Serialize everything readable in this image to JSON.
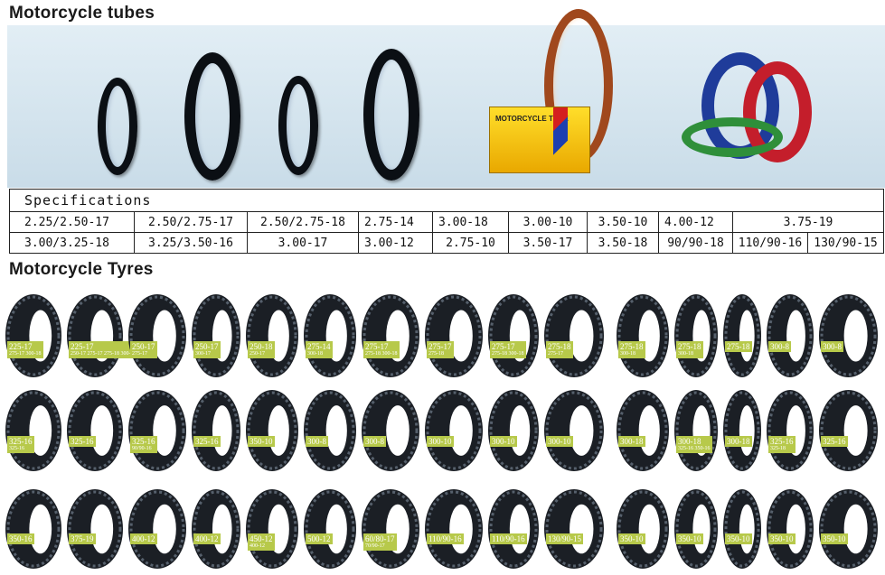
{
  "tubes_title": "Motorcycle tubes",
  "tyres_title": "Motorcycle Tyres",
  "box_label": "MOTORCYCLE TUBE",
  "spec_heading": "Specifications",
  "spec_rows": [
    [
      "2.25/2.50-17",
      "2.50/2.75-17",
      "2.50/2.75-18",
      "2.75-14",
      "3.00-18",
      "3.00-10",
      "3.50-10",
      "4.00-12",
      "3.75-19"
    ],
    [
      "3.00/3.25-18",
      "3.25/3.50-16",
      "3.00-17",
      "3.00-12",
      "2.75-10",
      "3.50-17",
      "3.50-18",
      "90/90-18",
      "110/90-16",
      "130/90-15"
    ]
  ],
  "tyre_rows": [
    [
      {
        "main": "225-17",
        "sub": "275-17 300-18"
      },
      {
        "main": "225-17",
        "sub": "250-17 275-17 275-18 300-18"
      },
      {
        "main": "250-17",
        "sub": "275-17"
      },
      {
        "main": "250-17",
        "sub": "300-17"
      },
      {
        "main": "250-18",
        "sub": "250-17"
      },
      {
        "main": "275-14",
        "sub": "300-18"
      },
      {
        "main": "275-17",
        "sub": "275-18 300-18"
      },
      {
        "main": "275-17",
        "sub": "275-18"
      },
      {
        "main": "275-17",
        "sub": "275-18 300-18"
      },
      {
        "main": "275-18",
        "sub": "275-17"
      },
      {
        "main": "275-18",
        "sub": "300-18"
      },
      {
        "main": "275-18",
        "sub": "300-18"
      },
      {
        "main": "275-18",
        "sub": ""
      },
      {
        "main": "300-8",
        "sub": ""
      },
      {
        "main": "300-8",
        "sub": ""
      }
    ],
    [
      {
        "main": "325-16",
        "sub": "325-16"
      },
      {
        "main": "325-16",
        "sub": ""
      },
      {
        "main": "325-16",
        "sub": "90/90-16"
      },
      {
        "main": "325-16",
        "sub": ""
      },
      {
        "main": "350-10",
        "sub": ""
      },
      {
        "main": "300-8",
        "sub": ""
      },
      {
        "main": "300-8",
        "sub": ""
      },
      {
        "main": "300-10",
        "sub": ""
      },
      {
        "main": "300-10",
        "sub": ""
      },
      {
        "main": "300-10",
        "sub": ""
      },
      {
        "main": "300-18",
        "sub": ""
      },
      {
        "main": "300-18",
        "sub": "325-16 350-16"
      },
      {
        "main": "300-18",
        "sub": ""
      },
      {
        "main": "325-16",
        "sub": "325-18"
      },
      {
        "main": "325-16",
        "sub": ""
      }
    ],
    [
      {
        "main": "350-16",
        "sub": ""
      },
      {
        "main": "375-19",
        "sub": ""
      },
      {
        "main": "400-12",
        "sub": ""
      },
      {
        "main": "400-12",
        "sub": ""
      },
      {
        "main": "450-12",
        "sub": "400-12"
      },
      {
        "main": "500-12",
        "sub": ""
      },
      {
        "main": "60/80-17",
        "sub": "70/90-17"
      },
      {
        "main": "110/90-16",
        "sub": ""
      },
      {
        "main": "110/90-16",
        "sub": ""
      },
      {
        "main": "130/90-15",
        "sub": ""
      },
      {
        "main": "350-10",
        "sub": ""
      },
      {
        "main": "350-10",
        "sub": ""
      },
      {
        "main": "350-10",
        "sub": ""
      },
      {
        "main": "350-10",
        "sub": ""
      },
      {
        "main": "350-10",
        "sub": ""
      }
    ]
  ]
}
